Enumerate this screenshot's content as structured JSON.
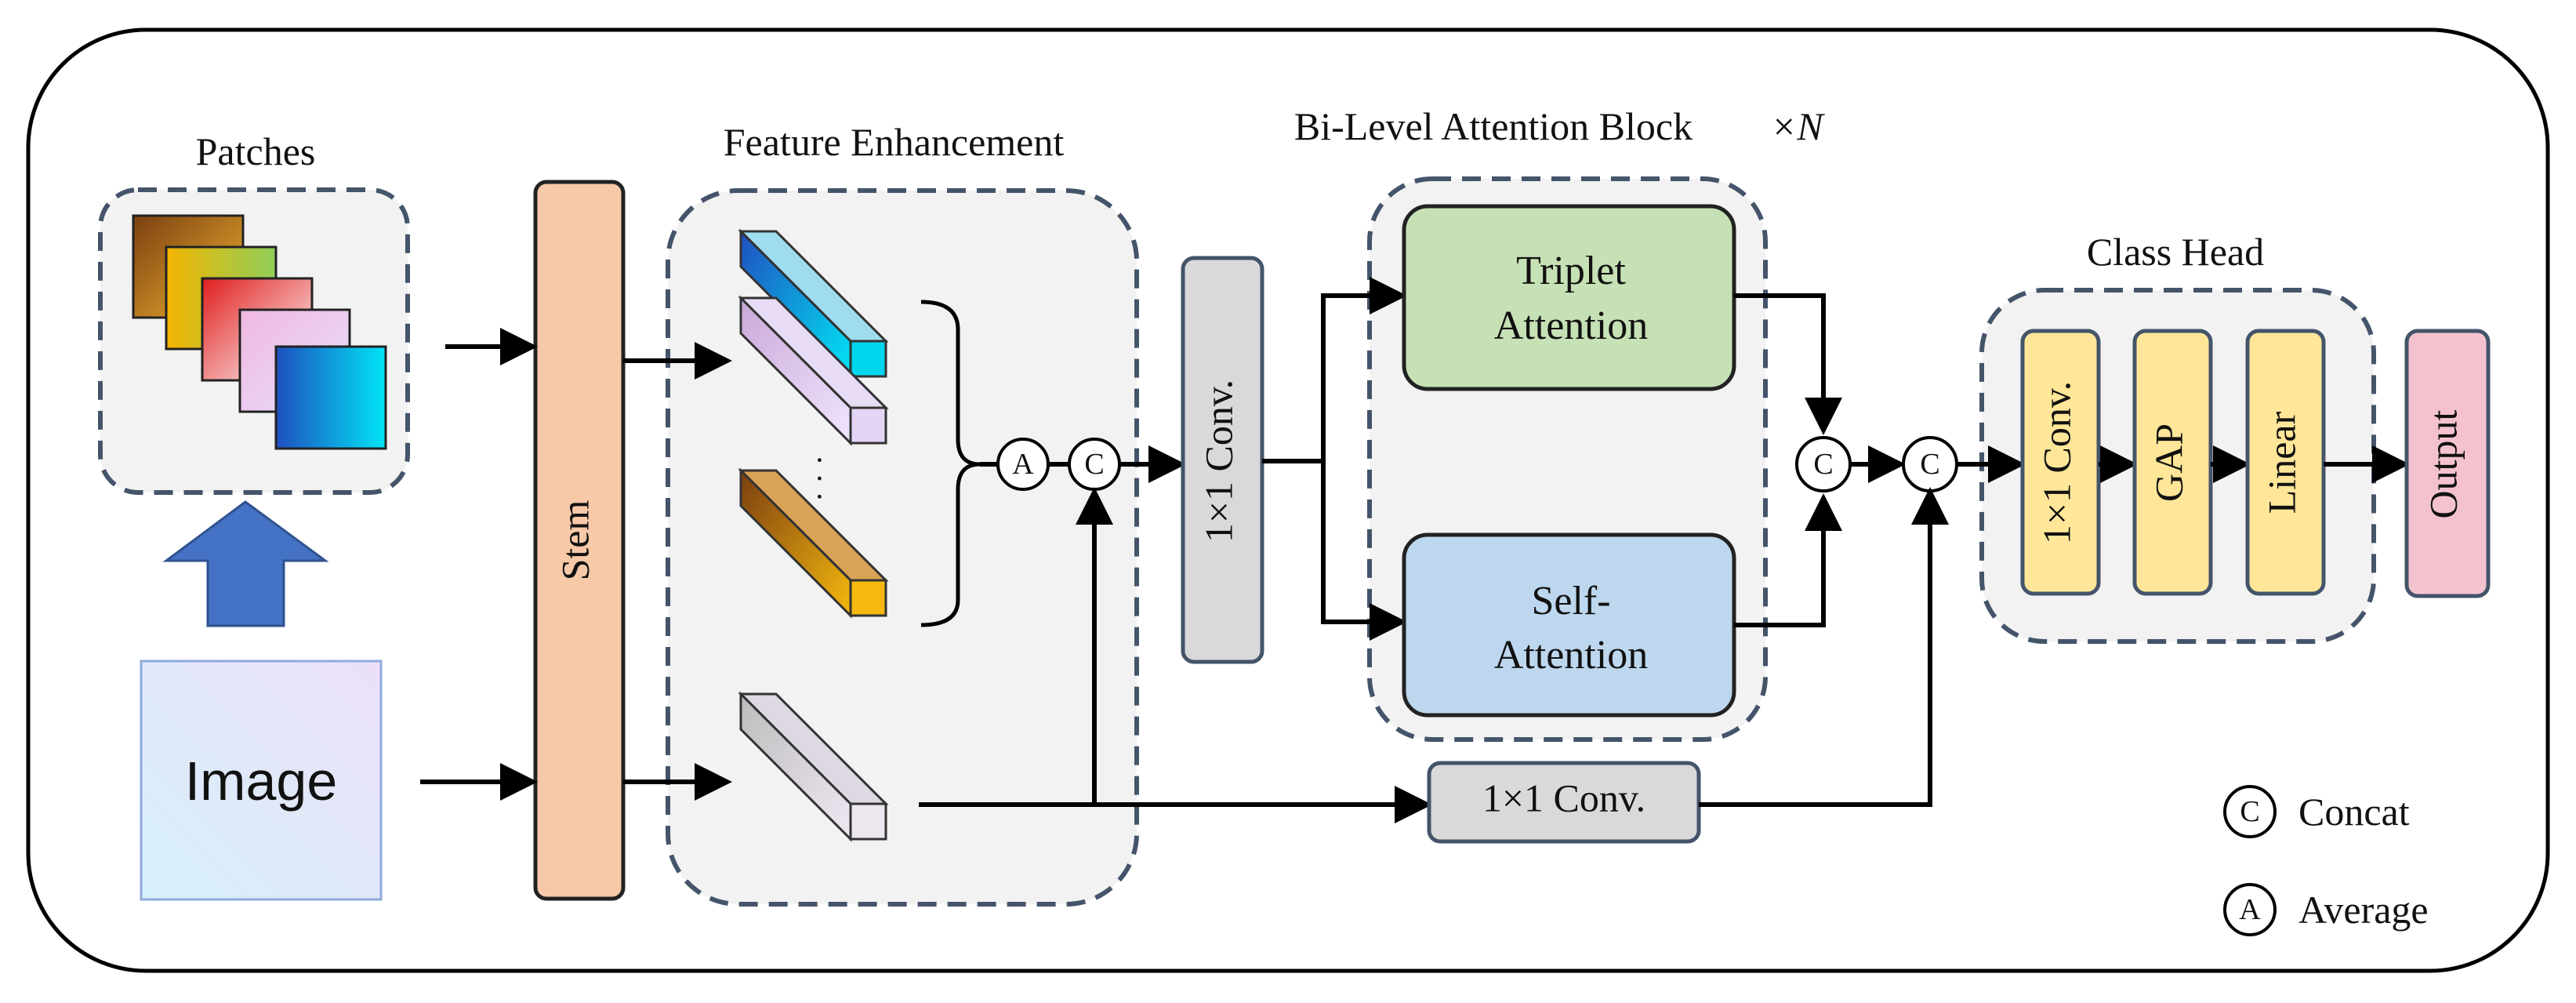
{
  "labels": {
    "patches": "Patches",
    "image": "Image",
    "stem": "Stem",
    "feature_enhancement": "Feature Enhancement",
    "bi_level_block": "Bi-Level Attention Block",
    "bi_level_n": "×N",
    "conv1": "1×1 Conv.",
    "conv_bottom": "1×1 Conv.",
    "triplet_line1": "Triplet",
    "triplet_line2": "Attention",
    "self_line1": "Self-",
    "self_line2": "Attention",
    "class_head": "Class Head",
    "head_conv": "1×1 Conv.",
    "gap": "GAP",
    "linear": "Linear",
    "output": "Output",
    "dots": "·  ·  ·"
  },
  "symbols": {
    "concat": "C",
    "average": "A"
  },
  "legend": {
    "concat_label": "Concat",
    "average_label": "Average"
  },
  "colors": {
    "stem": "#f8c9a8",
    "conv_gray": "#d9d9d9",
    "triplet": "#c6e1b5",
    "self_attention": "#bdd7ee",
    "head_block": "#ffe699",
    "output": "#f4c2cf",
    "panel_bg": "#f2f2f2",
    "dash_border": "#44546a",
    "arrow_blue": "#4472c4"
  }
}
